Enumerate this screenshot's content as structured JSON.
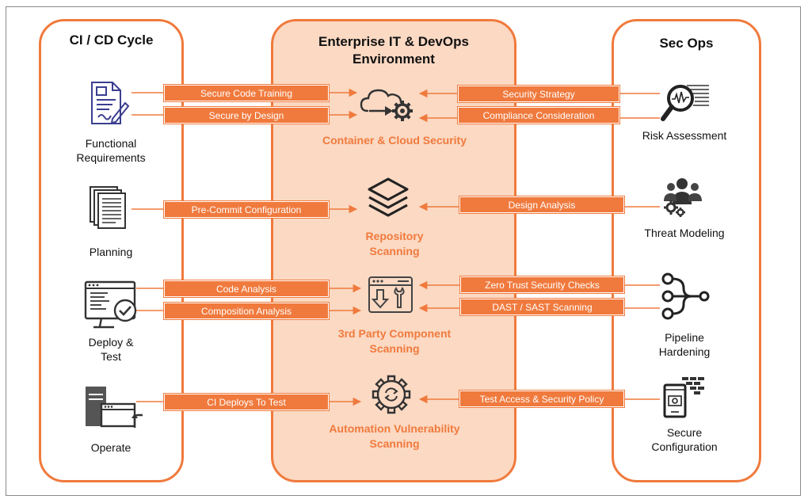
{
  "columns": {
    "left_title": "CI / CD Cycle",
    "center_title": "Enterprise IT & DevOps Environment",
    "right_title": "Sec Ops"
  },
  "left_items": [
    {
      "label": "Functional Requirements",
      "icon": "requirements-document-icon"
    },
    {
      "label": "Planning",
      "icon": "document-stack-icon"
    },
    {
      "label": "Deploy & Test",
      "icon": "monitor-check-icon"
    },
    {
      "label": "Operate",
      "icon": "server-window-icon"
    }
  ],
  "right_items": [
    {
      "label": "Risk Assessment",
      "icon": "magnifier-chart-icon"
    },
    {
      "label": "Threat Modeling",
      "icon": "people-gears-icon"
    },
    {
      "label": "Pipeline Hardening",
      "icon": "pipeline-branch-icon"
    },
    {
      "label": "Secure Configuration",
      "icon": "tablet-firewall-icon"
    }
  ],
  "center_items": [
    {
      "label": "Container & Cloud Security",
      "icon": "cloud-gear-icon"
    },
    {
      "label": "Repository Scanning",
      "icon": "layers-icon"
    },
    {
      "label": "3rd Party Component Scanning",
      "icon": "window-tools-icon"
    },
    {
      "label": "Automation Vulnerability Scanning",
      "icon": "gear-refresh-icon"
    }
  ],
  "left_flows": [
    "Secure Code Training",
    "Secure by Design",
    "Pre-Commit Configuration",
    "Code Analysis",
    "Composition Analysis",
    "CI Deploys To Test"
  ],
  "right_flows": [
    "Security Strategy",
    "Compliance Consideration",
    "Design Analysis",
    "Zero Trust Security Checks",
    "DAST / SAST Scanning",
    "Test Access & Security Policy"
  ],
  "colors": {
    "accent": "#f07a3d",
    "center_fill": "#fbd9c3",
    "icon_blue": "#3b3f8f",
    "icon_dark": "#333333"
  }
}
